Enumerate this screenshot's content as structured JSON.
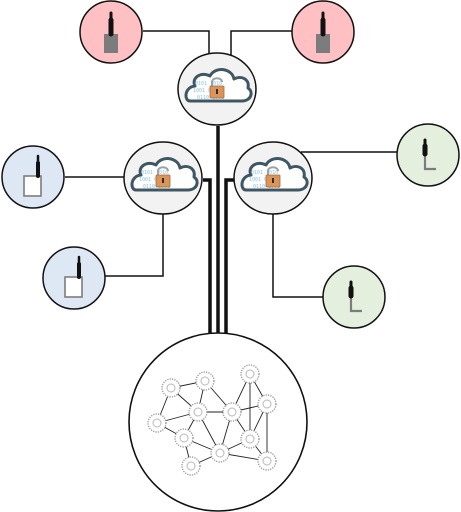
{
  "colors": {
    "stroke": "#111111",
    "cloud_node_fill": "#f2f2f2",
    "cloud_body": "#ffffff",
    "cloud_outline": "#3f5663",
    "cloud_binary": "#8fc2e0",
    "lock_body": "#d9955a",
    "lock_shackle": "#9aa3a8",
    "red_device_fill": "#ffc0c3",
    "blue_device_fill": "#dee8f5",
    "green_device_fill": "#e4efdd",
    "device_gray": "#7c7c7c",
    "network_node": "#9a9a9a",
    "network_fill": "#ffffff"
  },
  "cloud_binary_text": [
    "0101",
    "1010",
    "0110",
    "1001"
  ],
  "icons": {
    "cloud": "cloud-lock-icon",
    "red_device": "sensor-block-icon",
    "blue_device": "sensor-box-icon",
    "green_device": "sensor-probe-icon",
    "network": "mesh-network-icon"
  }
}
